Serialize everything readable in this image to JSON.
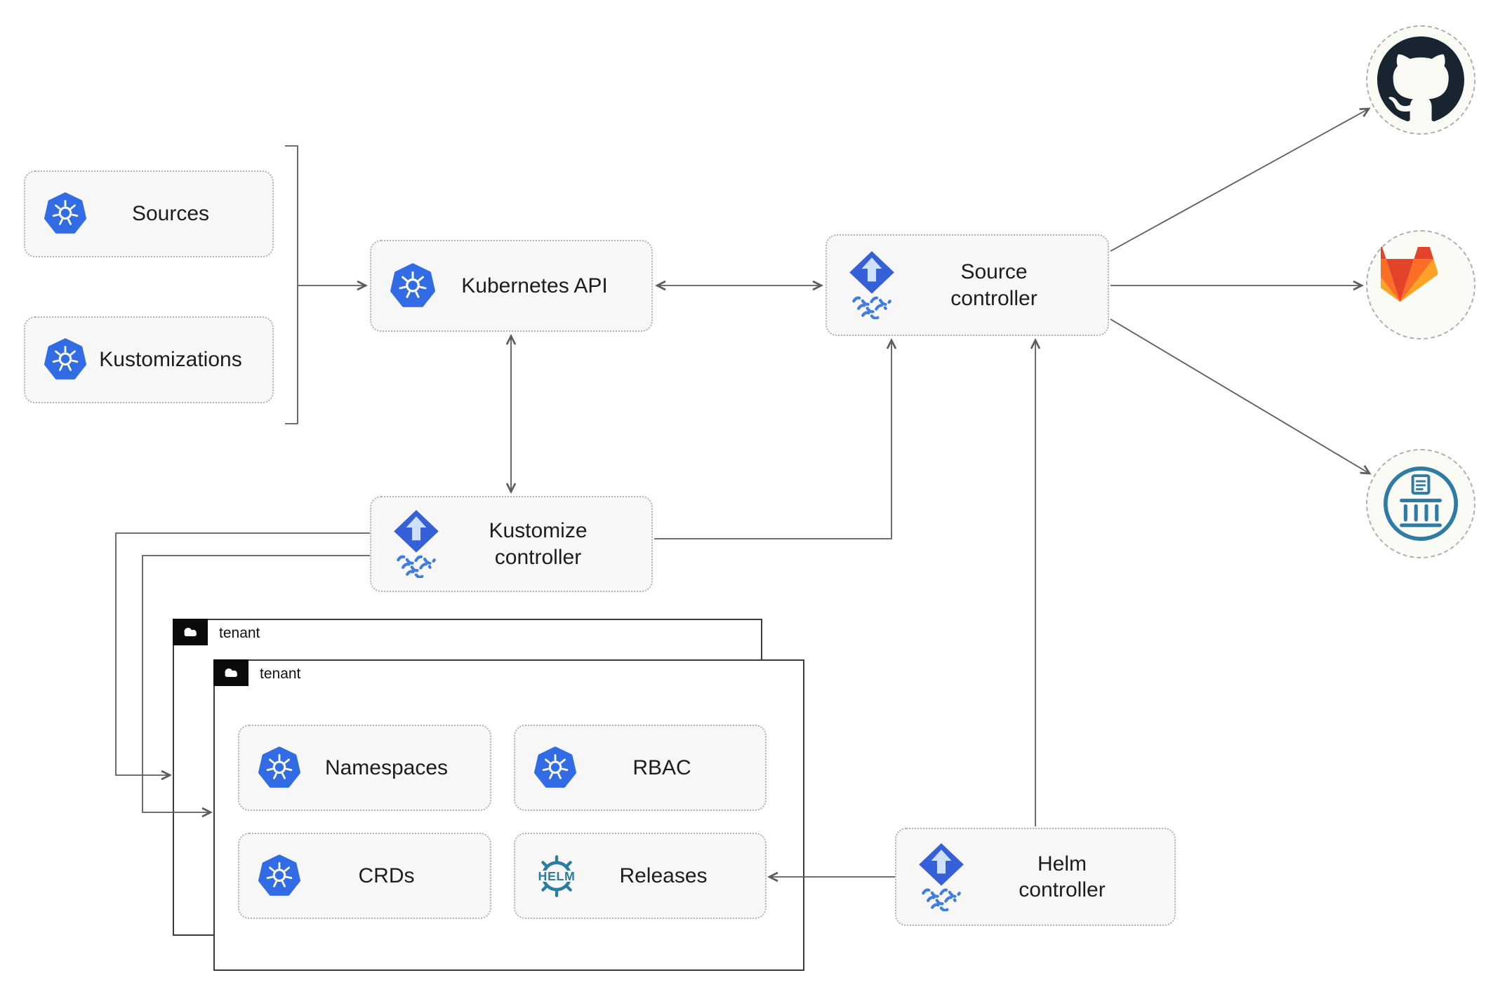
{
  "colors": {
    "kubernetes_blue": "#326ce5",
    "flux_diamond": "#3560d8",
    "flux_arrow": "#cfe0fa",
    "flux_waves": "#3f7de0",
    "helm_teal": "#2a7d9e",
    "github_dark": "#182430",
    "gitlab_red": "#e24329",
    "gitlab_orange": "#fc6d26",
    "gitlab_yellow": "#fca326",
    "chartmuseum_teal": "#2e7ca6",
    "arrow_gray": "#5c5c5c",
    "node_fill": "#f7f7f7",
    "node_border": "#b3b3b3"
  },
  "nodes": {
    "sources": {
      "label": "Sources",
      "icon": "kubernetes-icon"
    },
    "kustomizations": {
      "label": "Kustomizations",
      "icon": "kubernetes-icon"
    },
    "kubernetes_api": {
      "label": "Kubernetes API",
      "icon": "kubernetes-icon"
    },
    "source_controller": {
      "label": "Source\ncontroller",
      "icon": "flux-icon"
    },
    "kustomize_controller": {
      "label": "Kustomize\ncontroller",
      "icon": "flux-icon"
    },
    "helm_controller": {
      "label": "Helm\ncontroller",
      "icon": "flux-icon"
    },
    "namespaces": {
      "label": "Namespaces",
      "icon": "kubernetes-icon"
    },
    "rbac": {
      "label": "RBAC",
      "icon": "kubernetes-icon"
    },
    "crds": {
      "label": "CRDs",
      "icon": "kubernetes-icon"
    },
    "releases": {
      "label": "Releases",
      "icon": "helm-icon"
    }
  },
  "groups": {
    "tenant_back": {
      "label": "tenant",
      "icon": "cloud-icon"
    },
    "tenant_front": {
      "label": "tenant",
      "icon": "cloud-icon"
    }
  },
  "remotes": {
    "github": {
      "icon": "github-logo"
    },
    "gitlab": {
      "icon": "gitlab-logo"
    },
    "chartmuseum": {
      "icon": "chartmuseum-logo"
    }
  },
  "icons": {
    "helm_text": "HELM"
  },
  "edges": [
    {
      "from": "sources_and_kustomizations_bracket",
      "to": "kubernetes_api",
      "type": "arrow"
    },
    {
      "from": "kubernetes_api",
      "to": "source_controller",
      "type": "double-arrow"
    },
    {
      "from": "kubernetes_api",
      "to": "kustomize_controller",
      "type": "double-arrow"
    },
    {
      "from": "kustomize_controller",
      "to": "source_controller",
      "type": "arrow"
    },
    {
      "from": "helm_controller",
      "to": "source_controller",
      "type": "arrow"
    },
    {
      "from": "source_controller",
      "to": "github",
      "type": "arrow"
    },
    {
      "from": "source_controller",
      "to": "gitlab",
      "type": "arrow"
    },
    {
      "from": "source_controller",
      "to": "chartmuseum",
      "type": "arrow"
    },
    {
      "from": "kustomize_controller",
      "to": "tenant_back",
      "type": "arrow"
    },
    {
      "from": "kustomize_controller",
      "to": "tenant_front",
      "type": "arrow"
    },
    {
      "from": "helm_controller",
      "to": "releases",
      "type": "arrow"
    }
  ]
}
